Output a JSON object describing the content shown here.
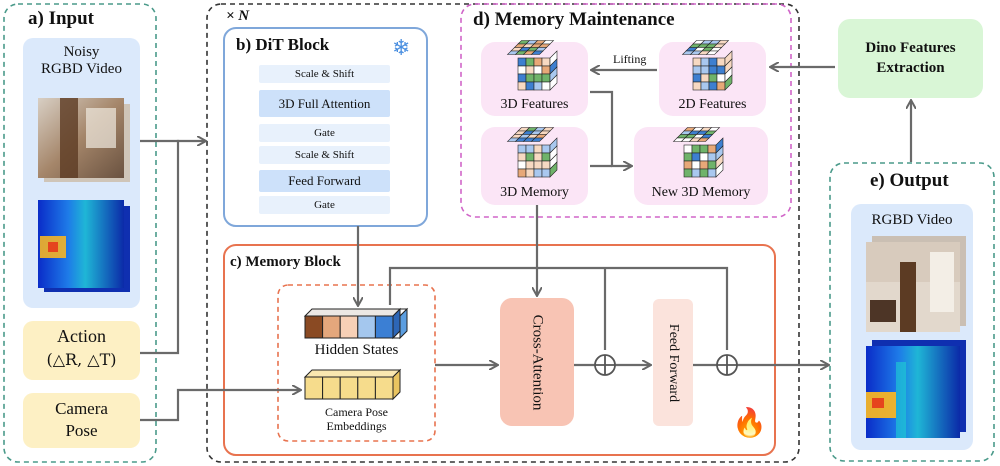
{
  "input": {
    "title": "a) Input",
    "video_label": "Noisy\nRGBD Video",
    "action_label": "Action",
    "action_formula": "(△R, △T)",
    "camera_label": "Camera\nPose"
  },
  "repeat_label": "× N",
  "dit": {
    "title": "b) DiT Block",
    "rows": [
      "Scale & Shift",
      "3D Full Attention",
      "Gate",
      "Scale & Shift",
      "Feed Forward",
      "Gate"
    ],
    "icon": "snowflake-icon"
  },
  "memory_block": {
    "title": "c) Memory Block",
    "hidden_states_label": "Hidden States",
    "camera_embed_label": "Camera Pose\nEmbeddings",
    "cross_attention_label": "Cross-Attention",
    "feed_forward_label": "Feed Forward",
    "icon": "flame-icon"
  },
  "maintenance": {
    "title": "d) Memory Maintenance",
    "features_3d": "3D Features",
    "features_2d": "2D Features",
    "lifting": "Lifting",
    "memory_3d": "3D Memory",
    "new_memory_3d": "New 3D Memory"
  },
  "dino": {
    "label": "Dino Features\nExtraction"
  },
  "output": {
    "title": "e) Output",
    "video_label": "RGBD Video"
  },
  "colors": {
    "teal_dash": "#4a9a8a",
    "dark_dash": "#333333",
    "pink_dash": "#d065c8",
    "orange": "#e8734f",
    "light_blue": "#dbe9fb",
    "cream": "#fdf0c4",
    "mint": "#d9f6d6",
    "peach": "#f8c4b4"
  }
}
